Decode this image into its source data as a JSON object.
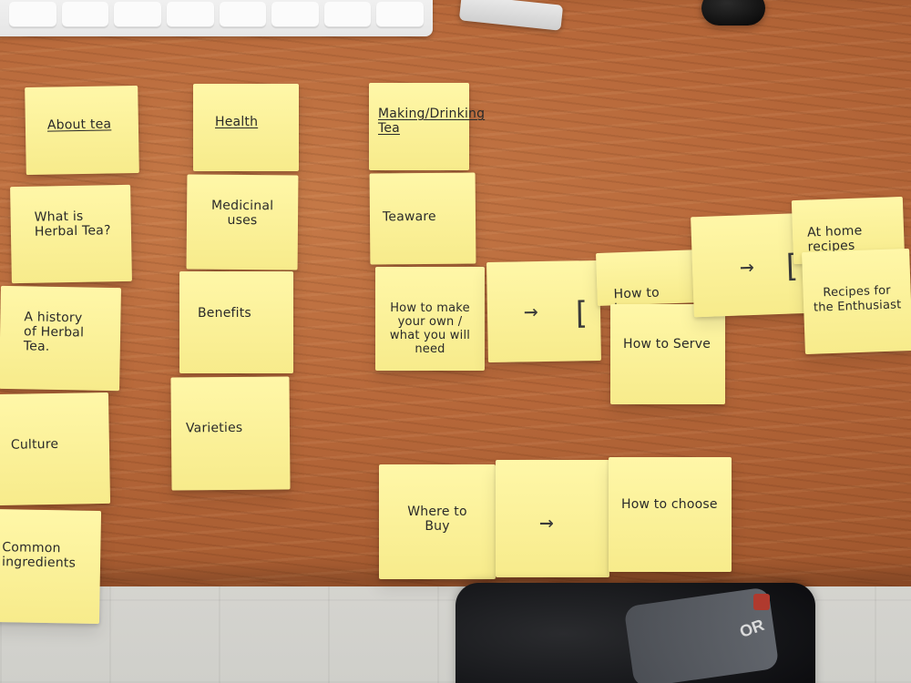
{
  "notes": {
    "about_tea": "About tea",
    "health": "Health",
    "making_drinking_tea": "Making/Drinking\nTea",
    "what_is_herbal_tea": "What is\nHerbal Tea?",
    "history_of_herbal_tea": "A history\nof Herbal\nTea.",
    "culture": "Culture",
    "common_ingredients": "Common\ningredients",
    "medicinal_uses": "Medicinal\nuses",
    "benefits": "Benefits",
    "varieties": "Varieties",
    "teaware": "Teaware",
    "make_your_own": "How to make\nyour own /\nwhat you will\nneed",
    "how_to_brew": "How to brew",
    "how_to_serve": "How to Serve",
    "at_home_recipes": "At home\nrecipes",
    "recipes_for_enthusiast": "Recipes for\nthe Enthusiast",
    "where_to_buy": "Where to\nBuy",
    "how_to_choose": "How to choose"
  },
  "symbols": {
    "arrow": "→",
    "bracket": "["
  },
  "objects": {
    "backpack_logo": "OR"
  }
}
